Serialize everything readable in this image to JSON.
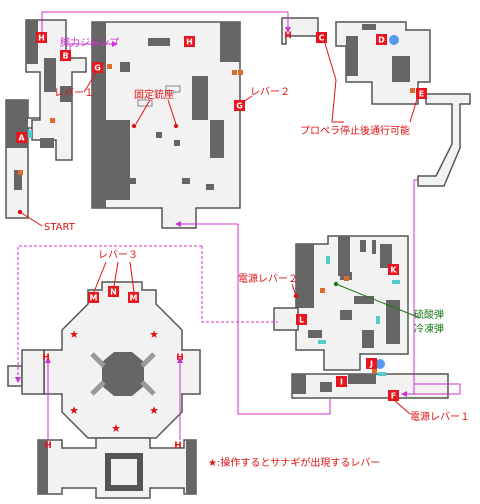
{
  "colors": {
    "floor": "#f2f2f2",
    "wall": "#555555",
    "obstacle": "#666666",
    "marker": "#e8141e",
    "annotation_red": "#e01010",
    "annotation_green": "#1a7a1a",
    "route": "#cc33cc",
    "door": "#e06a2a",
    "water": "#5599ee"
  },
  "labels": {
    "kakuryoku_jump": "脚力ジャンプ",
    "lever1": "レバー１",
    "lever2": "レバー２",
    "lever3": "レバー３",
    "kotei_jukuza": "固定銃座",
    "propeller_note": "プロペラ停止後通行可能",
    "start": "START",
    "power_lever2": "電源レバー２",
    "power_lever1": "電源レバー１",
    "ryusan_dan": "硫酸弾",
    "reitou_dan": "冷凍弾",
    "legend": "★:操作するとサナギが出現するレバー"
  },
  "markers": {
    "A": "A",
    "B": "B",
    "C": "C",
    "D": "D",
    "E": "E",
    "F": "F",
    "G1": "G",
    "G2": "G",
    "H1": "H",
    "H2": "H",
    "I": "I",
    "J": "J",
    "K": "K",
    "L": "L",
    "M1": "M",
    "N": "N",
    "M2": "M"
  }
}
